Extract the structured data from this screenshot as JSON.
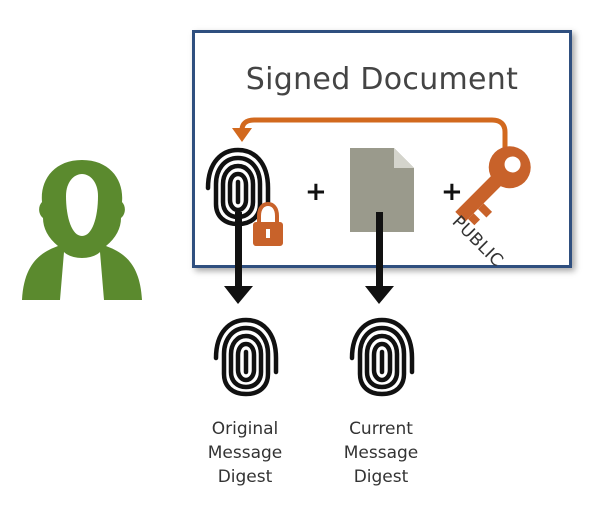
{
  "diagram": {
    "title": "Signed Document",
    "plus_symbol": "+",
    "key_label": "PUBLIC",
    "captions": {
      "original": [
        "Original",
        "Message",
        "Digest"
      ],
      "current": [
        "Current",
        "Message",
        "Digest"
      ]
    }
  },
  "colors": {
    "box_border": "#2f4f7f",
    "person": "#5b8a2e",
    "key": "#c8622a",
    "arrow_orange": "#d2691e",
    "document": "#9a9a8c",
    "fingerprint": "#111111"
  },
  "icons": {
    "person": "person-icon",
    "fingerprint": "fingerprint-icon",
    "lock": "lock-icon",
    "document": "document-icon",
    "key": "key-icon"
  }
}
